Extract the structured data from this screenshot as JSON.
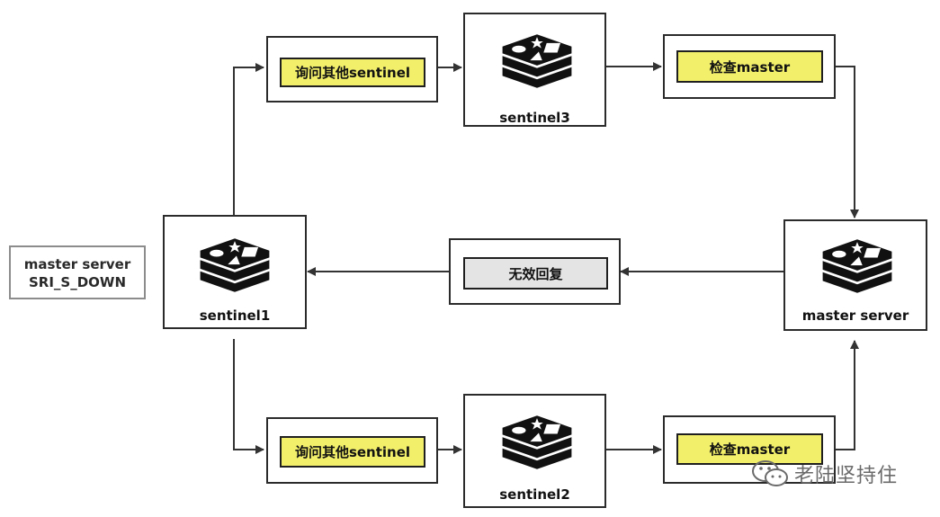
{
  "colors": {
    "highlight_fill": "#f2ef6a",
    "reply_fill": "#e4e4e4",
    "border": "#2b2b2b",
    "arrow": "#333333",
    "logo": "#111111"
  },
  "status_box": {
    "line1": "master server",
    "line2": "SRI_S_DOWN"
  },
  "servers": {
    "sentinel1": "sentinel1",
    "sentinel2": "sentinel2",
    "sentinel3": "sentinel3",
    "master": "master server"
  },
  "steps": {
    "ask_top": "询问其他sentinel",
    "ask_bottom": "询问其他sentinel",
    "check_top": "检查master",
    "check_bottom": "检查master",
    "invalid_reply": "无效回复"
  },
  "icons": {
    "server_logo": "redis-logo-icon",
    "watermark_icon": "wechat-icon"
  },
  "watermark": {
    "text": "老陆坚持住"
  }
}
